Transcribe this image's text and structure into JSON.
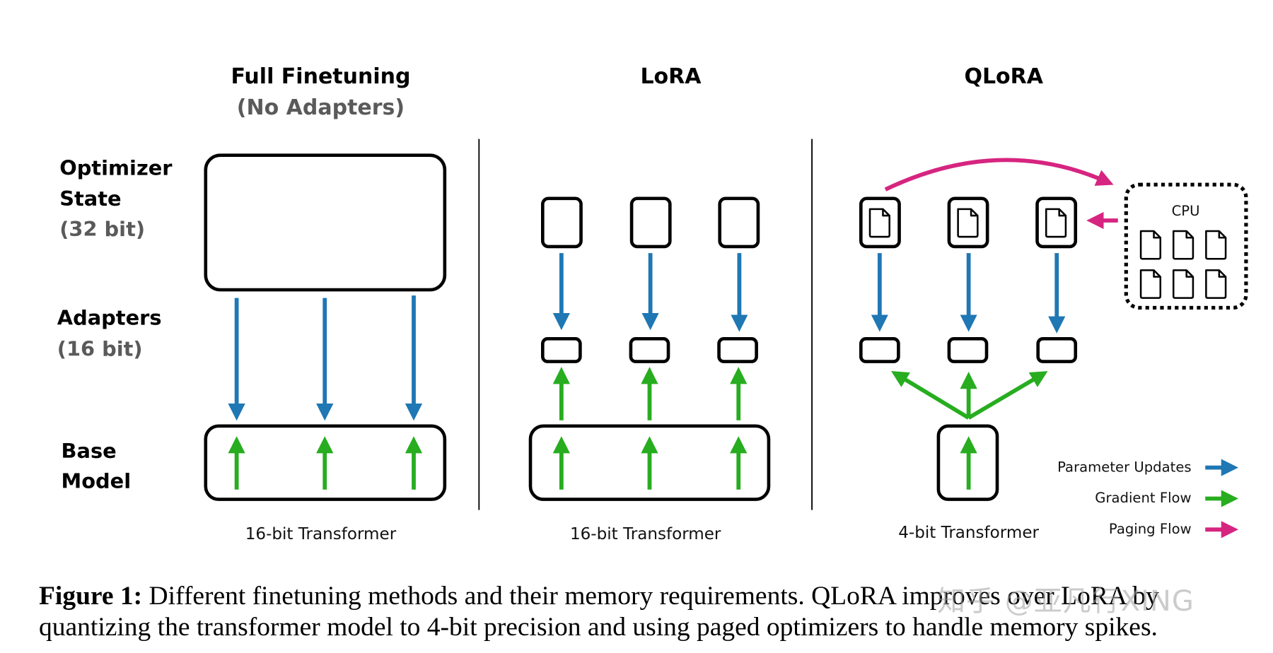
{
  "colors": {
    "parameter_updates": "#1f77b4",
    "gradient_flow": "#27ad1f",
    "paging_flow": "#d62580",
    "subtitle_gray": "#5a5a5a"
  },
  "panels": [
    {
      "title": "Full Finetuning",
      "subtitle": "(No Adapters)",
      "footer": "16-bit Transformer"
    },
    {
      "title": "LoRA",
      "subtitle": "",
      "footer": "16-bit Transformer"
    },
    {
      "title": "QLoRA",
      "subtitle": "",
      "footer": "4-bit Transformer"
    }
  ],
  "row_labels": {
    "optimizer": {
      "line1": "Optimizer",
      "line2": "State",
      "bits": "(32 bit)"
    },
    "adapters": {
      "line1": "Adapters",
      "bits": "(16 bit)"
    },
    "base": {
      "line1": "Base",
      "line2": "Model"
    }
  },
  "cpu": {
    "label": "CPU",
    "pages": 6
  },
  "legend": [
    {
      "label": "Parameter Updates",
      "color_key": "parameter_updates"
    },
    {
      "label": "Gradient Flow",
      "color_key": "gradient_flow"
    },
    {
      "label": "Paging Flow",
      "color_key": "paging_flow"
    }
  ],
  "caption": {
    "label": "Figure 1:",
    "text": "Different finetuning methods and their memory requirements. QLoRA improves over LoRA by quantizing the transformer model to 4-bit precision and using paged optimizers to handle memory spikes."
  },
  "watermark": "知乎 @亚凡行XING"
}
